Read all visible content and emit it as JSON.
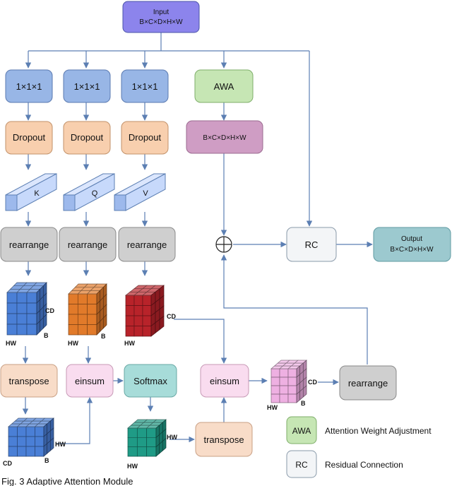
{
  "nodes": {
    "input": {
      "title": "Input",
      "shape": "B×C×D×H×W"
    },
    "conv_k": "1×1×1",
    "conv_q": "1×1×1",
    "conv_v": "1×1×1",
    "awa": "AWA",
    "awa_out": "B×C×D×H×W",
    "drop_k": "Dropout",
    "drop_q": "Dropout",
    "drop_v": "Dropout",
    "k": "K",
    "q": "Q",
    "v": "V",
    "rearr_k": "rearrange",
    "rearr_q": "rearrange",
    "rearr_v": "rearrange",
    "rc": "RC",
    "output": {
      "title": "Output",
      "shape": "B×C×D×H×W"
    },
    "transpose1": "transpose",
    "einsum1": "einsum",
    "softmax": "Softmax",
    "einsum2": "einsum",
    "rearr_out": "rearrange",
    "transpose2": "transpose"
  },
  "cubes": {
    "k": {
      "side": "CD",
      "bottom_left": "HW",
      "bottom_right": "B"
    },
    "q": {
      "bottom_left": "HW",
      "bottom_right": "B"
    },
    "v": {
      "side": "CD",
      "bottom_left": "HW"
    },
    "kt": {
      "side": "HW",
      "bottom_left": "CD",
      "bottom_right": "B"
    },
    "attn": {
      "side": "HW",
      "bottom_left": "HW"
    },
    "out": {
      "side": "CD",
      "bottom_left": "HW",
      "bottom_right": "B"
    }
  },
  "legend": [
    {
      "abbr": "AWA",
      "text": "Attention Weight Adjustment",
      "color": "#c6e6b4"
    },
    {
      "abbr": "RC",
      "text": "Residual Connection",
      "color": "#f3f5f7"
    }
  ],
  "caption": "Fig. 3 Adaptive Attention Module",
  "colors": {
    "input": "#8c84ec",
    "conv": "#98b6e6",
    "awa": "#c6e6b4",
    "awa_out": "#cf9dc4",
    "dropout": "#f8cfae",
    "bar": "#c7d9fb",
    "rearrange": "#cfcfcf",
    "rc": "#f3f5f7",
    "output": "#9cc9cf",
    "transpose": "#f8dcc8",
    "einsum": "#f9dcef",
    "softmax": "#a7dcd9",
    "line": "#5c7fb3",
    "cube_k": "#4a7fd6",
    "cube_q": "#e17a2a",
    "cube_v": "#b8232a",
    "cube_attn": "#1f9b86",
    "cube_out": "#eeb0e2"
  }
}
